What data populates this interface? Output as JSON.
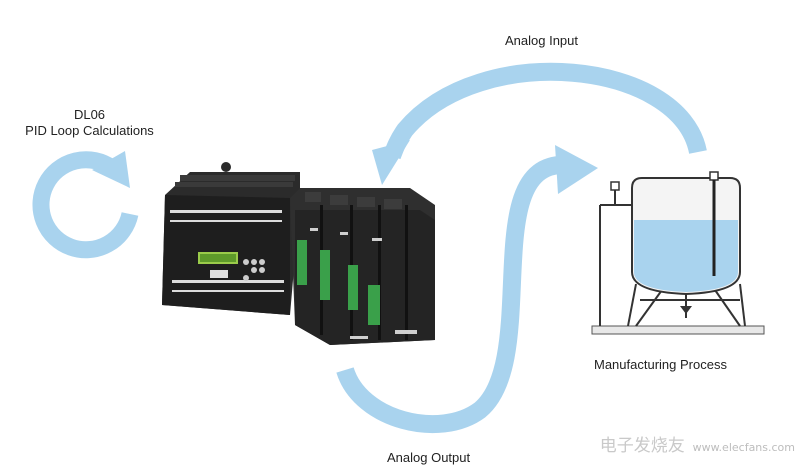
{
  "labels": {
    "analog_input": "Analog Input",
    "dl06_line1": "DL06",
    "dl06_line2": "PID Loop Calculations",
    "manufacturing_process": "Manufacturing Process",
    "analog_output": "Analog Output"
  },
  "watermark": {
    "text_cn": "电子发烧友",
    "url": "www.elecfans.com"
  },
  "colors": {
    "arrow_fill": "#a9d3ee",
    "tank_liquid": "#a9d3ee",
    "plc_body": "#2a2a2a",
    "plc_dark": "#141414"
  }
}
